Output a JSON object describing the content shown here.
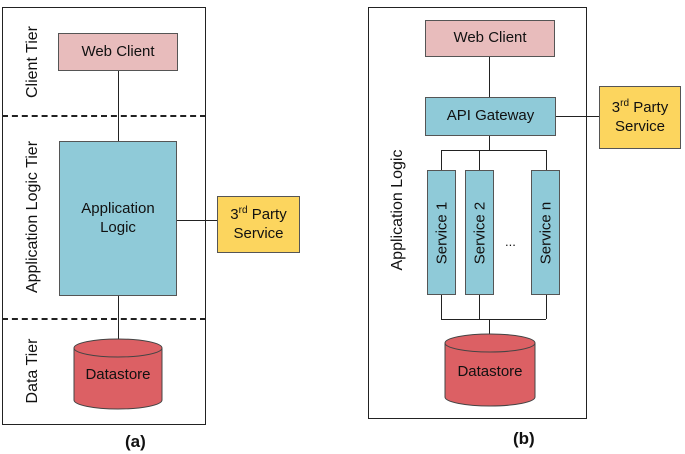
{
  "panel_a": {
    "tier_client": "Client Tier",
    "tier_logic": "Application Logic Tier",
    "tier_data": "Data Tier",
    "web_client": "Web Client",
    "app_logic_line1": "Application",
    "app_logic_line2": "Logic",
    "third_party_num": "3",
    "third_party_sup": "rd",
    "third_party_rest": " Party",
    "third_party_line2": "Service",
    "datastore": "Datastore",
    "caption": "(a)"
  },
  "panel_b": {
    "side_label": "Application Logic",
    "web_client": "Web Client",
    "gateway": "API Gateway",
    "third_party_num": "3",
    "third_party_sup": "rd",
    "third_party_rest": " Party",
    "third_party_line2": "Service",
    "services": [
      "Service 1",
      "Service 2",
      "Service n"
    ],
    "ellipsis": "...",
    "datastore": "Datastore",
    "caption": "(b)"
  }
}
